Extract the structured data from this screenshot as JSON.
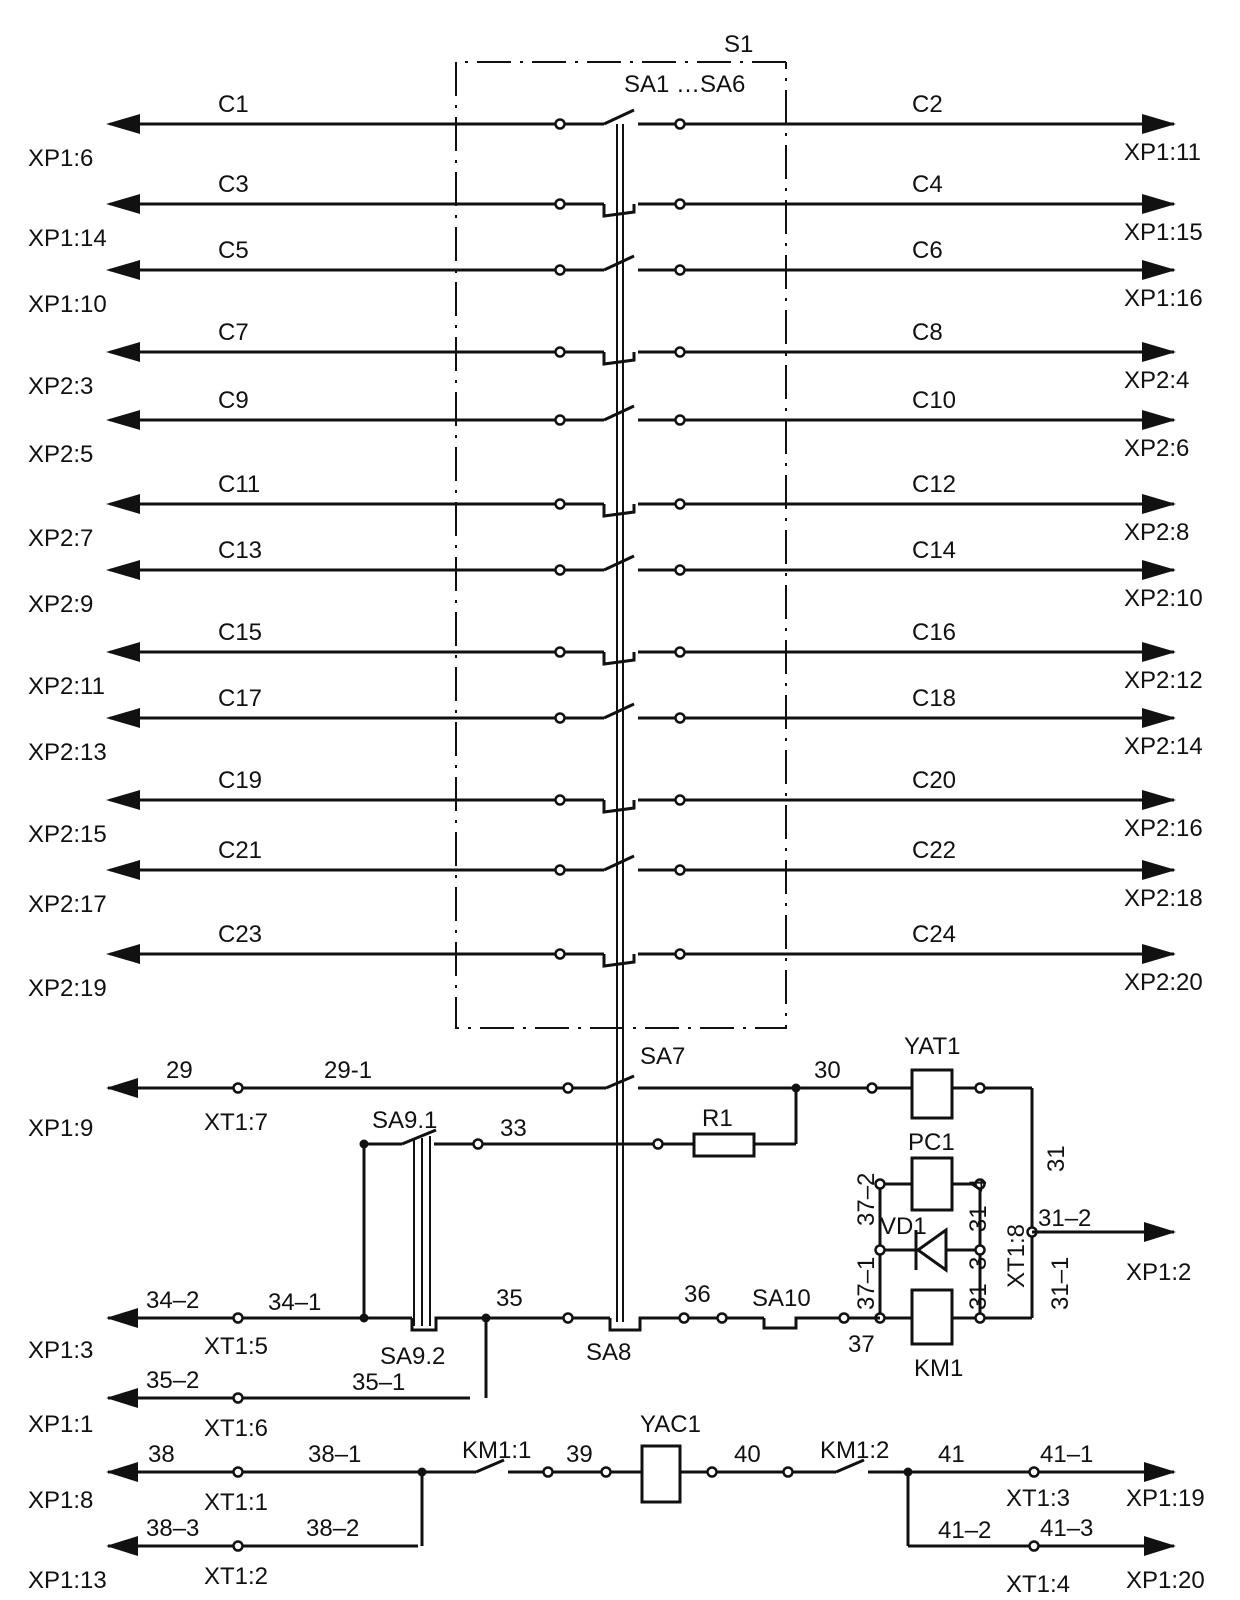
{
  "enclosure": {
    "label": "S1",
    "switch_group": "SA1 …SA6"
  },
  "signal_lines": [
    {
      "left_wire": "C1",
      "left_conn": "XP1:6",
      "right_wire": "C2",
      "right_conn": "XP1:11",
      "contact": "nc"
    },
    {
      "left_wire": "C3",
      "left_conn": "XP1:14",
      "right_wire": "C4",
      "right_conn": "XP1:15",
      "contact": "no"
    },
    {
      "left_wire": "C5",
      "left_conn": "XP1:10",
      "right_wire": "C6",
      "right_conn": "XP1:16",
      "contact": "nc"
    },
    {
      "left_wire": "C7",
      "left_conn": "XP2:3",
      "right_wire": "C8",
      "right_conn": "XP2:4",
      "contact": "no"
    },
    {
      "left_wire": "C9",
      "left_conn": "XP2:5",
      "right_wire": "C10",
      "right_conn": "XP2:6",
      "contact": "nc"
    },
    {
      "left_wire": "C11",
      "left_conn": "XP2:7",
      "right_wire": "C12",
      "right_conn": "XP2:8",
      "contact": "no"
    },
    {
      "left_wire": "C13",
      "left_conn": "XP2:9",
      "right_wire": "C14",
      "right_conn": "XP2:10",
      "contact": "nc"
    },
    {
      "left_wire": "C15",
      "left_conn": "XP2:11",
      "right_wire": "C16",
      "right_conn": "XP2:12",
      "contact": "no"
    },
    {
      "left_wire": "C17",
      "left_conn": "XP2:13",
      "right_wire": "C18",
      "right_conn": "XP2:14",
      "contact": "nc"
    },
    {
      "left_wire": "C19",
      "left_conn": "XP2:15",
      "right_wire": "C20",
      "right_conn": "XP2:16",
      "contact": "no"
    },
    {
      "left_wire": "C21",
      "left_conn": "XP2:17",
      "right_wire": "C22",
      "right_conn": "XP2:18",
      "contact": "nc"
    },
    {
      "left_wire": "C23",
      "left_conn": "XP2:19",
      "right_wire": "C24",
      "right_conn": "XP2:20",
      "contact": "no"
    }
  ],
  "components": {
    "sa7": "SA7",
    "yat1": "YAT1",
    "r1": "R1",
    "pc1": "PC1",
    "vd1": "VD1",
    "km1": "KM1",
    "sa9_1": "SA9.1",
    "sa9_2": "SA9.2",
    "sa8": "SA8",
    "sa10": "SA10",
    "yac1": "YAC1",
    "km1_1": "KM1:1",
    "km1_2": "KM1:2"
  },
  "terminals": {
    "xt1_7": "XT1:7",
    "xt1_5": "XT1:5",
    "xt1_6": "XT1:6",
    "xt1_1": "XT1:1",
    "xt1_2": "XT1:2",
    "xt1_3": "XT1:3",
    "xt1_4": "XT1:4",
    "xt1_8": "XT1:8"
  },
  "connectors": {
    "xp1_9": "XP1:9",
    "xp1_3": "XP1:3",
    "xp1_1": "XP1:1",
    "xp1_8": "XP1:8",
    "xp1_13": "XP1:13",
    "xp1_2": "XP1:2",
    "xp1_19": "XP1:19",
    "xp1_20": "XP1:20"
  },
  "wires": {
    "w29": "29",
    "w29_1": "29-1",
    "w30": "30",
    "w31": "31",
    "w31_1": "31–1",
    "w31_2": "31–2",
    "w31_3": "31–3",
    "w31_4": "31–4",
    "w33": "33",
    "w34_1": "34–1",
    "w34_2": "34–2",
    "w35": "35",
    "w35_1": "35–1",
    "w35_2": "35–2",
    "w36": "36",
    "w37": "37",
    "w37_1": "37–1",
    "w37_2": "37–2",
    "w38": "38",
    "w38_1": "38–1",
    "w38_2": "38–2",
    "w38_3": "38–3",
    "w39": "39",
    "w40": "40",
    "w41": "41",
    "w41_1": "41–1",
    "w41_2": "41–2",
    "w41_3": "41–3"
  }
}
